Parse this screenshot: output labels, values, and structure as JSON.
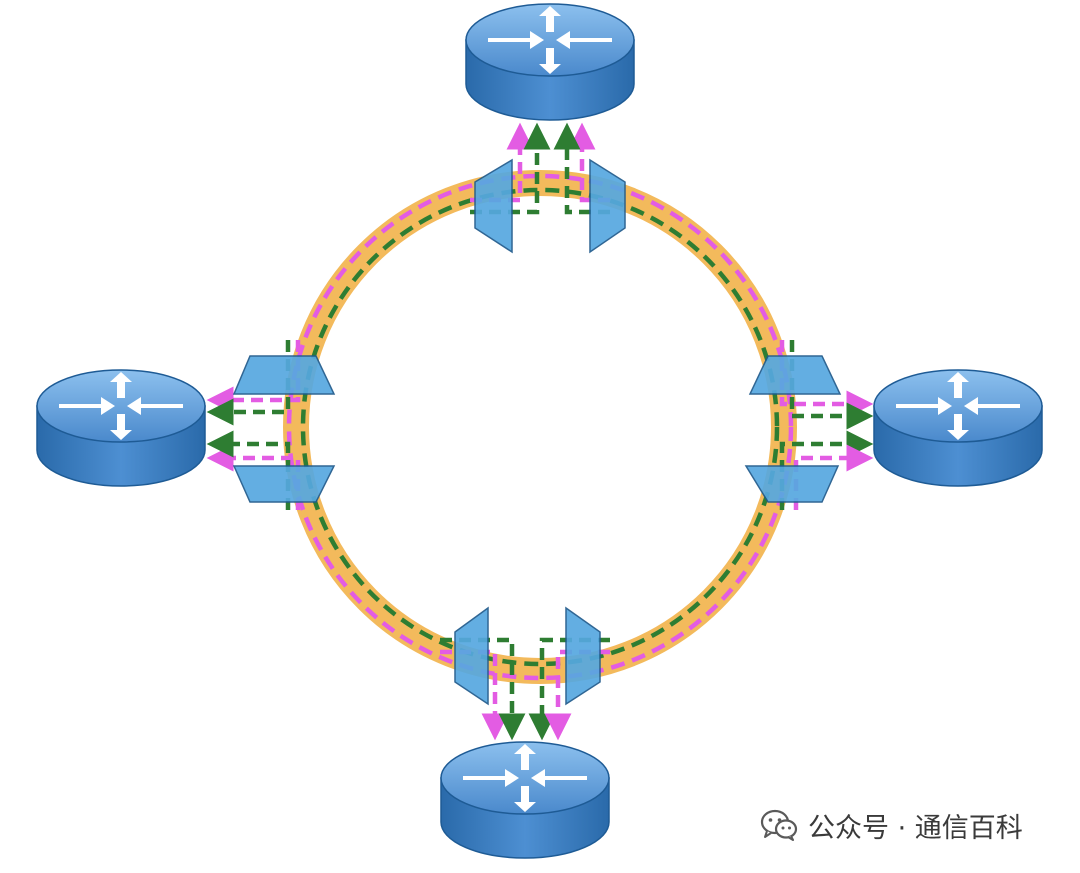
{
  "diagram": {
    "nodes": [
      {
        "id": "router-top",
        "type": "router"
      },
      {
        "id": "router-left",
        "type": "router"
      },
      {
        "id": "router-right",
        "type": "router"
      },
      {
        "id": "router-bottom",
        "type": "router"
      }
    ],
    "ring": {
      "type": "fiber-ring"
    },
    "paths": [
      {
        "color_name": "magenta-dashed"
      },
      {
        "color_name": "green-dashed"
      }
    ],
    "colors": {
      "ring": "#f2b24a",
      "magenta": "#e35ce3",
      "green": "#2e7d32",
      "mux": "#56a8e0",
      "mux_edge": "#1f5a8c",
      "router_body": "#3d7fc1",
      "router_top": "#5c9bd6",
      "router_dark": "#1e5b95"
    },
    "icons": [
      "router-icon",
      "mux-icon",
      "wechat-icon"
    ]
  },
  "watermark": {
    "icon": "wechat-icon",
    "text": "公众号 · 通信百科"
  }
}
